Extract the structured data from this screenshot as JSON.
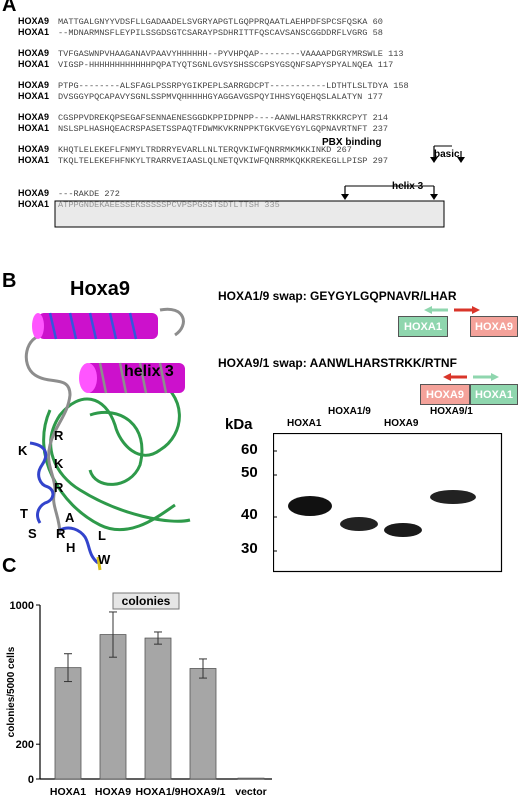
{
  "panels": {
    "a": "A",
    "b": "B",
    "c": "C"
  },
  "alignment": {
    "names": {
      "h9": "HOXA9",
      "h1": "HOXA1"
    },
    "blocks": [
      {
        "h9": "MATTGALGNYYVDSFLLGADAADELSVGRYAPGTLGQPPRQAATLAEHPDFSPCSFQSKA",
        "h9n": "60",
        "h1": "--MDNARMNSFLEYPILSSGDSGTCSARAYPSDHRITTFQSCAVSANSCGGDDRFLVGRG",
        "h1n": "58"
      },
      {
        "h9": "TVFGASWNPVHAAGANAVPAAVYHHHHHH--PYVHPQAP--------VAAAAPDGRYMRSWLE",
        "h9n": "113",
        "h1": "VIGSP-HHHHHHHHHHHHPQPATYQTSGNLGVSYSHSSCGPSYGSQNFSAPYSPYALNQEA",
        "h1n": "117"
      },
      {
        "h9": "PTPG--------ALSFAGLPSSRPYGIKPEPLSARRGDCPT-----------LDTHTLSLTDYA",
        "h9n": "158",
        "h1": "DVSGGYPQCAPAVYSGNLSSPMVQHHHHHGYAGGAVGSPQYIHHSYGQEHQSLALATYN",
        "h1n": "177"
      },
      {
        "h9": "CGSPPVDREKQPSEGAFSENNAENESGGDKPPIDPNPP----AANWLHARSTRKKRCPYT",
        "h9n": "214",
        "h1": "NSLSPLHASHQEACRSPASETSSPAQTFDWMKVKRNPPKTGKVGEYGYLGQPNAVRTNFT",
        "h1n": "237"
      },
      {
        "h9": "KHQTLELEKEFLFNMYLTRDRRYEVARLLNLTERQVKIWFQNRRMKMKKINKD",
        "h9n": "267",
        "h1": "TKQLTELEKEFHFNKYLTRARRVEIAASLQLNETQVKIWFQNRRMKQKKREKEGLLPISP",
        "h1n": "297"
      },
      {
        "h9": "---RAKDE",
        "h9n": "272",
        "h1": "ATPPGNDEKAEESSEKSSSSSPCVPSPGSSTSDTLTTSH",
        "h1n": "335"
      }
    ],
    "pbx_binding": "PBX binding",
    "basic": "basic",
    "helix3": "helix 3"
  },
  "structure": {
    "title": "Hoxa9",
    "helix_label": "helix 3",
    "residues": [
      "K",
      "R",
      "K",
      "R",
      "T",
      "S",
      "R",
      "A",
      "H",
      "L",
      "W"
    ]
  },
  "swaps": {
    "s1_title": "HOXA1/9 swap: GEYGYLGQPNAVR/LHAR",
    "s2_title": "HOXA9/1 swap: AANWLHARSTRKK/RTNF",
    "hoxa1": "HOXA1",
    "hoxa9": "HOXA9"
  },
  "western": {
    "kda_label": "kDa",
    "markers": [
      "60",
      "50",
      "40",
      "30"
    ],
    "lanes": [
      "HOXA1",
      "HOXA1/9",
      "HOXA9",
      "HOXA9/1"
    ]
  },
  "chart_data": {
    "type": "bar",
    "title": "colonies",
    "ylabel": "colonies/5000 cells",
    "categories": [
      "HOXA1",
      "HOXA9",
      "HOXA1/9",
      "HOXA9/1",
      "vector"
    ],
    "values": [
      640,
      830,
      810,
      635,
      5
    ],
    "errors": [
      80,
      130,
      35,
      55,
      0
    ],
    "ylim": [
      0,
      1000
    ],
    "yticks": [
      0,
      200,
      1000
    ],
    "bar_color": "#a6a6a6"
  }
}
